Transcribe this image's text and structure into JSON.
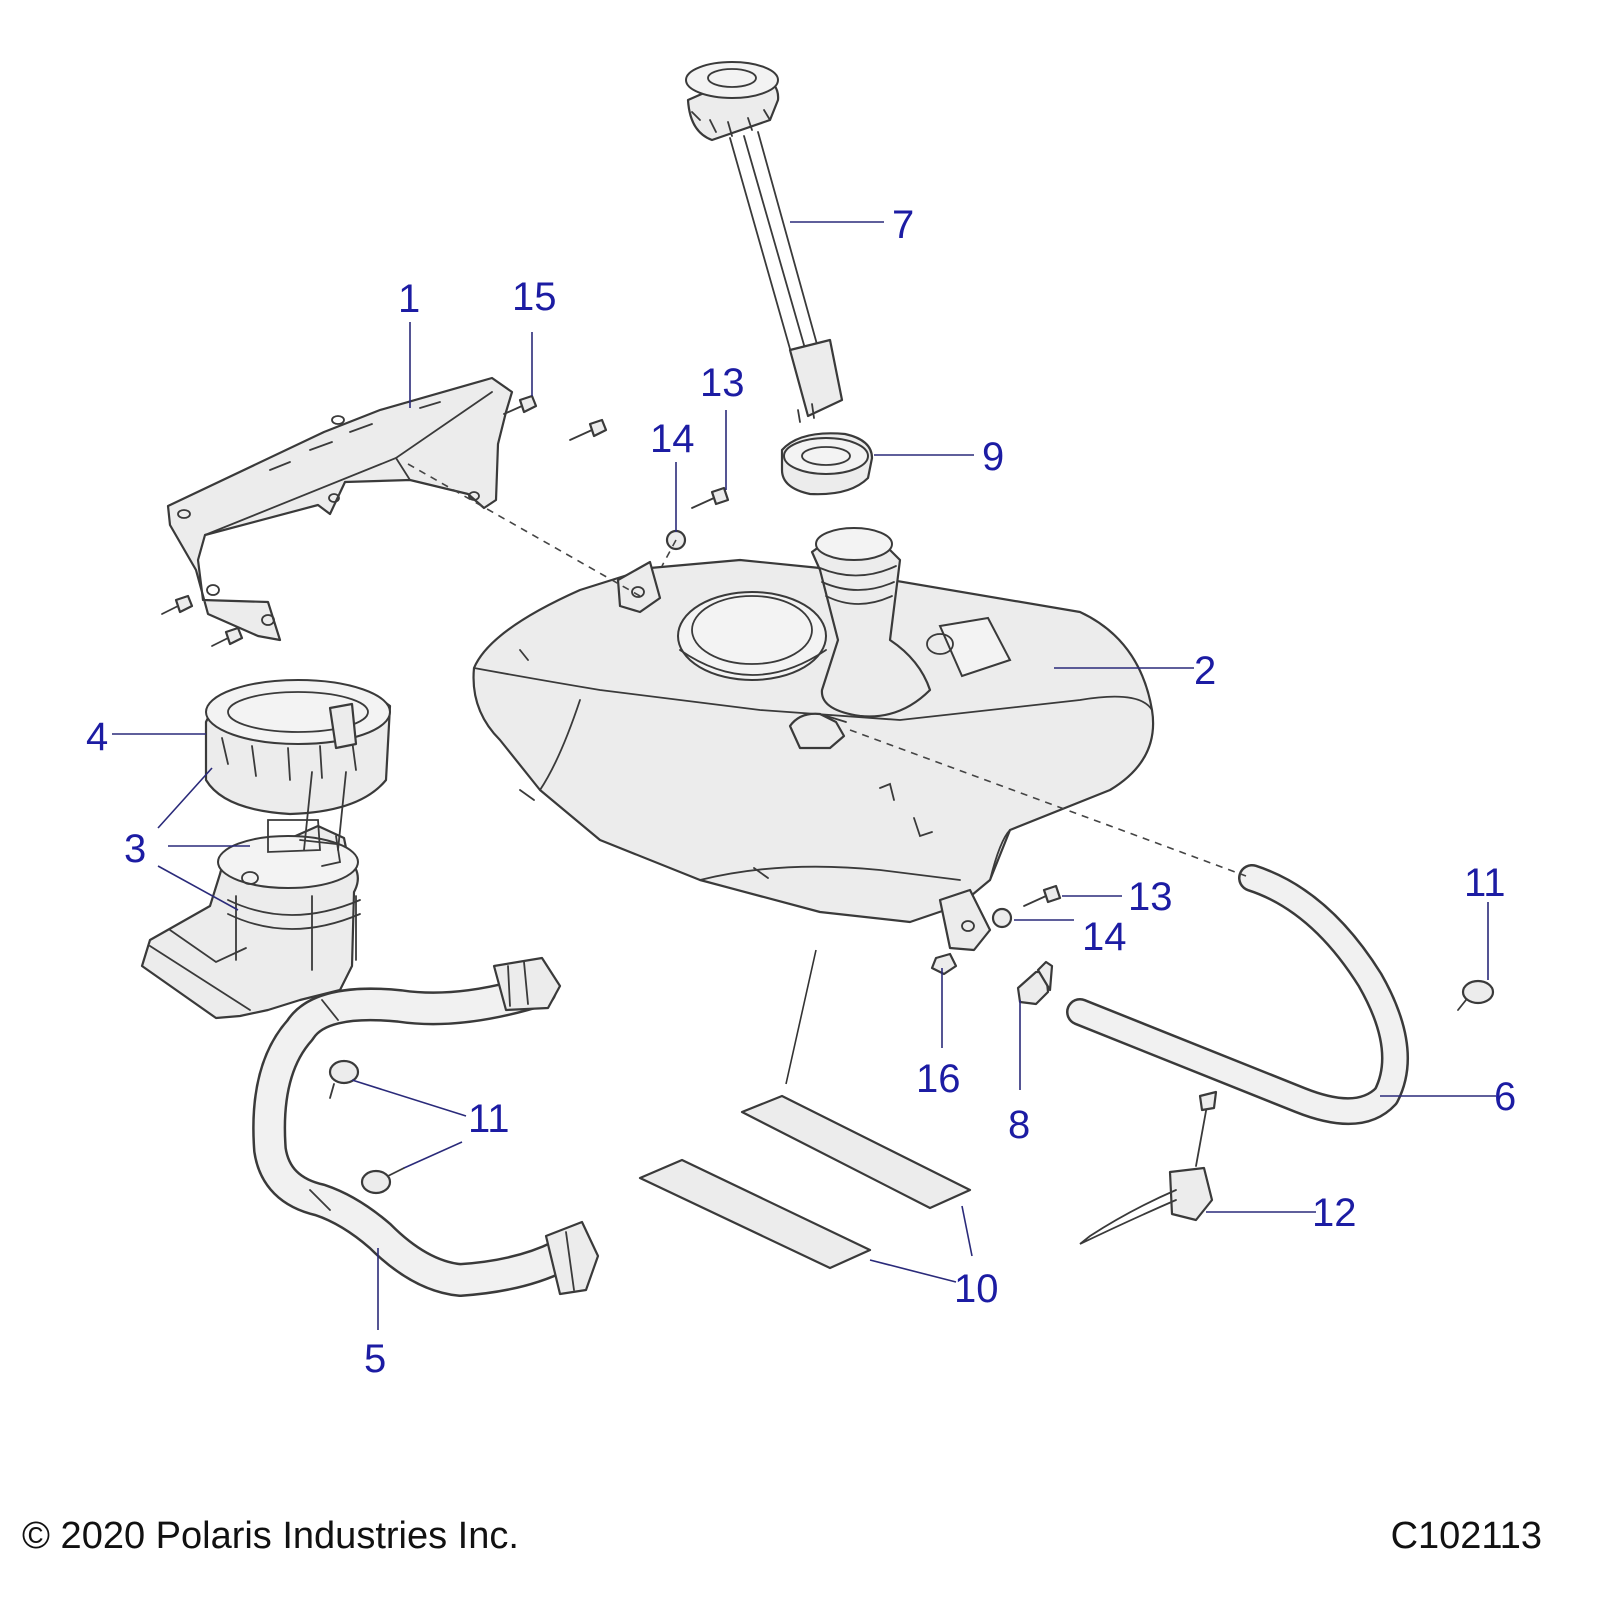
{
  "callouts": {
    "c1": "1",
    "c2": "2",
    "c3a": "3",
    "c4": "4",
    "c5": "5",
    "c6": "6",
    "c7": "7",
    "c8": "8",
    "c9": "9",
    "c10a": "10",
    "c11a": "11",
    "c11b": "11",
    "c12": "12",
    "c13a": "13",
    "c13b": "13",
    "c14a": "14",
    "c14b": "14",
    "c15": "15",
    "c16": "16"
  },
  "footer": {
    "copyright": "© 2020 Polaris Industries Inc.",
    "drawing_code": "C102113"
  }
}
